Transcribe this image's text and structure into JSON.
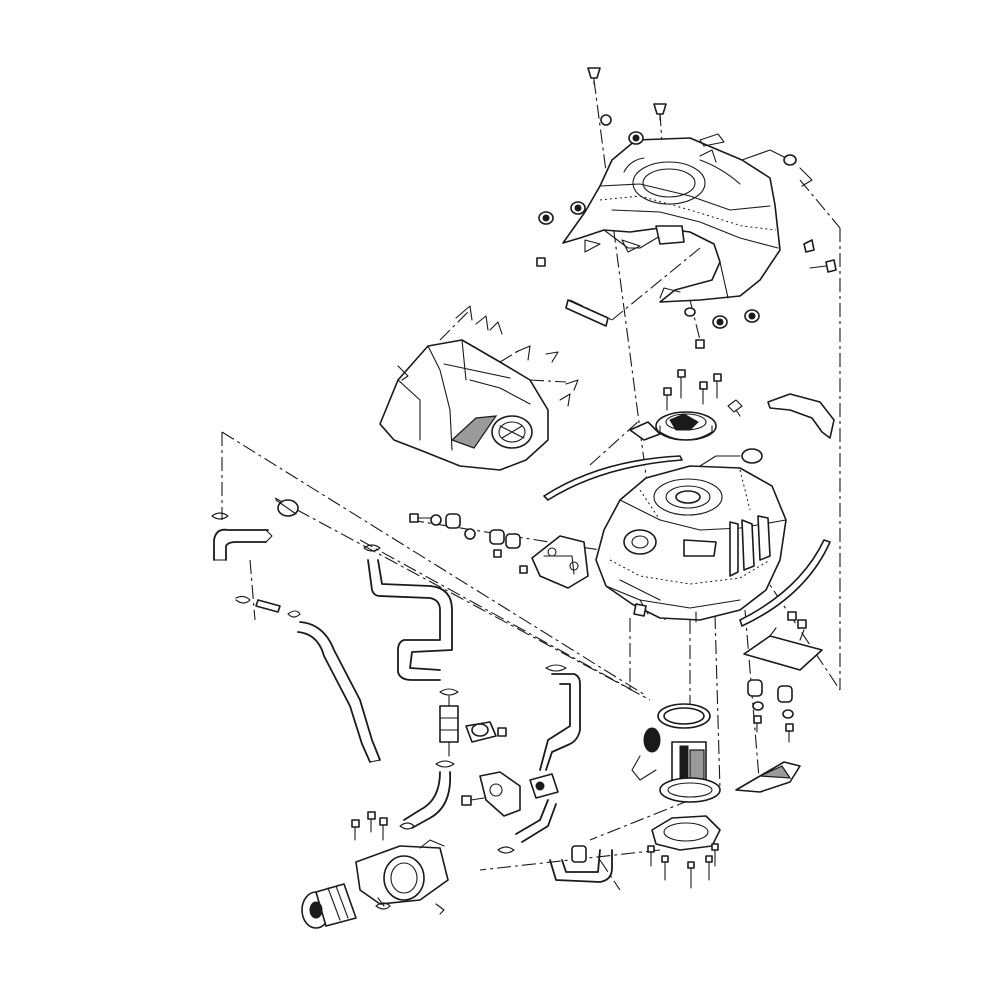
{
  "diagram": {
    "kind": "exploded-parts-view",
    "subject_icons": [
      "fuel-tank",
      "tank-cover",
      "side-panel",
      "fuel-pump",
      "fuel-filter",
      "canister",
      "hose",
      "bolt",
      "clamp",
      "bracket",
      "gasket-ring"
    ],
    "colors": {
      "line": "#1a1a1a",
      "background": "#ffffff",
      "shade": "#9a9a9a"
    }
  }
}
